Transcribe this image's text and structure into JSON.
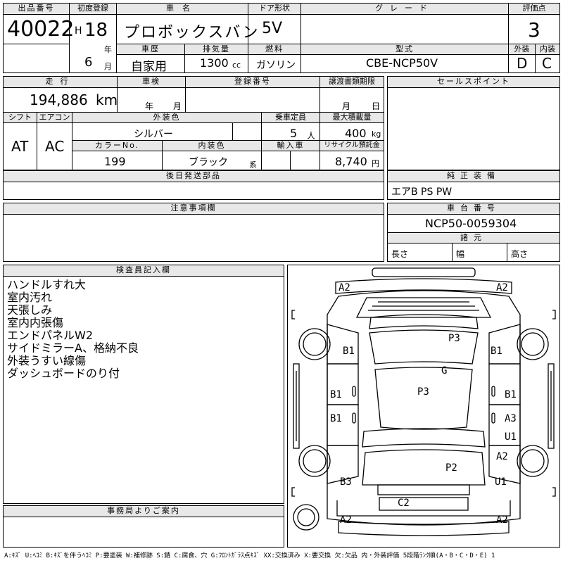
{
  "lot": {
    "label": "出品番号",
    "value": "40022"
  },
  "first_reg": {
    "label": "初度登録",
    "era": "H",
    "year": "18",
    "year_unit": "年",
    "month": "6",
    "month_unit": "月"
  },
  "car_name": {
    "label": "車名",
    "value": "プロボックスバン"
  },
  "door": {
    "label": "ドア形状",
    "value": "5V"
  },
  "grade": {
    "label": "グレード",
    "value": ""
  },
  "score": {
    "label": "評価点",
    "value": "3"
  },
  "history": {
    "label": "車歴",
    "value": "自家用"
  },
  "displacement": {
    "label": "排気量",
    "value": "1300",
    "unit": "cc"
  },
  "fuel": {
    "label": "燃料",
    "value": "ガソリン"
  },
  "model": {
    "label": "型式",
    "value": "CBE-NCP50V"
  },
  "ext_grade": {
    "label": "外装",
    "value": "D"
  },
  "int_grade": {
    "label": "内装",
    "value": "C"
  },
  "mileage": {
    "label": "走行",
    "value": "194,886",
    "unit": "km"
  },
  "inspection": {
    "label": "車検",
    "year_unit": "年",
    "month_unit": "月"
  },
  "reg_no": {
    "label": "登録番号",
    "value": ""
  },
  "transfer": {
    "label": "譲渡書類期限",
    "month_unit": "月",
    "day_unit": "日"
  },
  "sales_point": {
    "label": "セールスポイント",
    "value": ""
  },
  "shift": {
    "label": "シフト",
    "value": "AT"
  },
  "aircon": {
    "label": "エアコン",
    "value": "AC"
  },
  "ext_color": {
    "label": "外装色",
    "value": "シルバー"
  },
  "capacity": {
    "label": "乗車定員",
    "value": "5",
    "unit": "人"
  },
  "max_load": {
    "label": "最大積載量",
    "value": "400",
    "unit": "kg"
  },
  "color_no": {
    "label": "カラーNo.",
    "value": "199"
  },
  "int_color": {
    "label": "内装色",
    "value": "ブラック",
    "unit": "系"
  },
  "import": {
    "label": "輸入車",
    "value": ""
  },
  "recycle": {
    "label": "リサイクル預託金",
    "value": "8,740",
    "unit": "円"
  },
  "later_parts": {
    "label": "後日発送部品",
    "value": ""
  },
  "genuine": {
    "label": "純正装備",
    "value": "エアB PS PW"
  },
  "caution": {
    "label": "注意事項欄",
    "value": ""
  },
  "chassis": {
    "label": "車台番号",
    "value": "NCP50-0059304"
  },
  "dims": {
    "label": "諸元",
    "length": "長さ",
    "width": "幅",
    "height": "高さ"
  },
  "inspector": {
    "label": "検査員記入欄",
    "notes": [
      "ハンドルすれ大",
      "室内汚れ",
      "天張しみ",
      "室内内張傷",
      "エンドパネルW2",
      "サイドミラーA、格納不良",
      "外装うすい線傷",
      "ダッシュボードのり付"
    ]
  },
  "office": {
    "label": "事務局よりご案内",
    "value": ""
  },
  "diagram_marks": {
    "a2_tl": "A2",
    "a2_tr": "A2",
    "b1_lu": "B1",
    "b1_ru": "B1",
    "p3_top": "P3",
    "g": "G",
    "p3_mid": "P3",
    "b1_lm": "B1",
    "b1_rm": "B1",
    "b1_ll": "B1",
    "a3_r": "A3",
    "u1_r": "U1",
    "a2_r": "A2",
    "p2": "P2",
    "b3_l": "B3",
    "u1_rl": "U1",
    "c2": "C2",
    "a2_bl": "A2",
    "a2_br": "A2"
  },
  "legend": "A:ｷｽﾞ U:ﾍｺﾐ B:ｷｽﾞを伴うﾍｺﾐ P:要塗装 W:補修跡 S:錆 C:腐食、穴 G:ﾌﾛﾝﾄｶﾞﾗｽ点ｷｽﾞ XX:交換済み X:要交換 欠:欠品 内・外装評価 5段階ﾗﾝｸ順(A・B・C・D・E) 1"
}
